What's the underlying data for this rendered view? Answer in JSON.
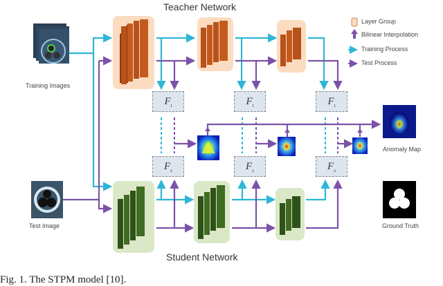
{
  "figure": {
    "teacher_title": "Teacher Network",
    "student_title": "Student Network",
    "caption": "Fig. 1.  The STPM model [10].",
    "inputs": {
      "training_label": "Training Images",
      "test_label": "Test Image"
    },
    "outputs": {
      "anomaly_label": "Anomaly Map",
      "ground_truth_label": "Ground Truth"
    },
    "feature_boxes": {
      "teacher": [
        "F",
        "F",
        "F"
      ],
      "teacher_sub": [
        "t",
        "t",
        "t"
      ],
      "student": [
        "F",
        "F",
        "F"
      ],
      "student_sub": [
        "s",
        "s",
        "s"
      ]
    },
    "legend": [
      {
        "label": "Layer Group",
        "icon": "layer-group-swatch"
      },
      {
        "label": "Bilinear Interpolation",
        "icon": "up-arrow-purple"
      },
      {
        "label": "Training Process",
        "icon": "arrow-cyan"
      },
      {
        "label": "Test Process",
        "icon": "arrow-purple"
      }
    ],
    "colors": {
      "training": "#2fb6d6",
      "test": "#7b52a8",
      "teacher_layer": "#b8521a",
      "teacher_bg": "#fbdcc0",
      "student_layer": "#3f6b22",
      "student_bg": "#dbe8c8",
      "fbox_bg": "#dde6ef"
    }
  }
}
